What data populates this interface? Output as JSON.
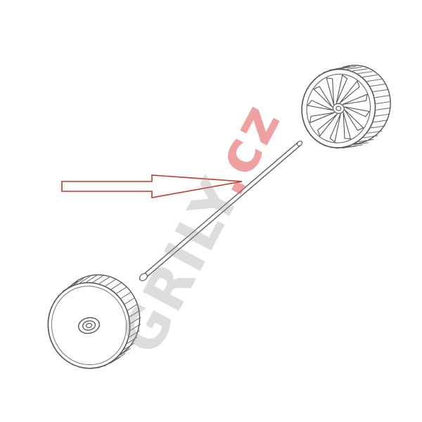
{
  "parts": [
    {
      "id": "wheel-front",
      "icon": "wheel-icon",
      "view": "outer-face-with-hub-cap"
    },
    {
      "id": "axle",
      "icon": "axle-rod-icon"
    },
    {
      "id": "wheel-rear",
      "icon": "wheel-icon",
      "view": "inner-face-with-spokes"
    }
  ],
  "pointer": {
    "icon": "outline-arrow-icon",
    "target": "axle"
  },
  "watermark": {
    "main": "GRILY",
    "accent": ".cz"
  },
  "colors": {
    "line_art": "#555555",
    "pointer_arrow": "#c0392b",
    "watermark_main": "#969696",
    "watermark_accent": "#e25454"
  }
}
